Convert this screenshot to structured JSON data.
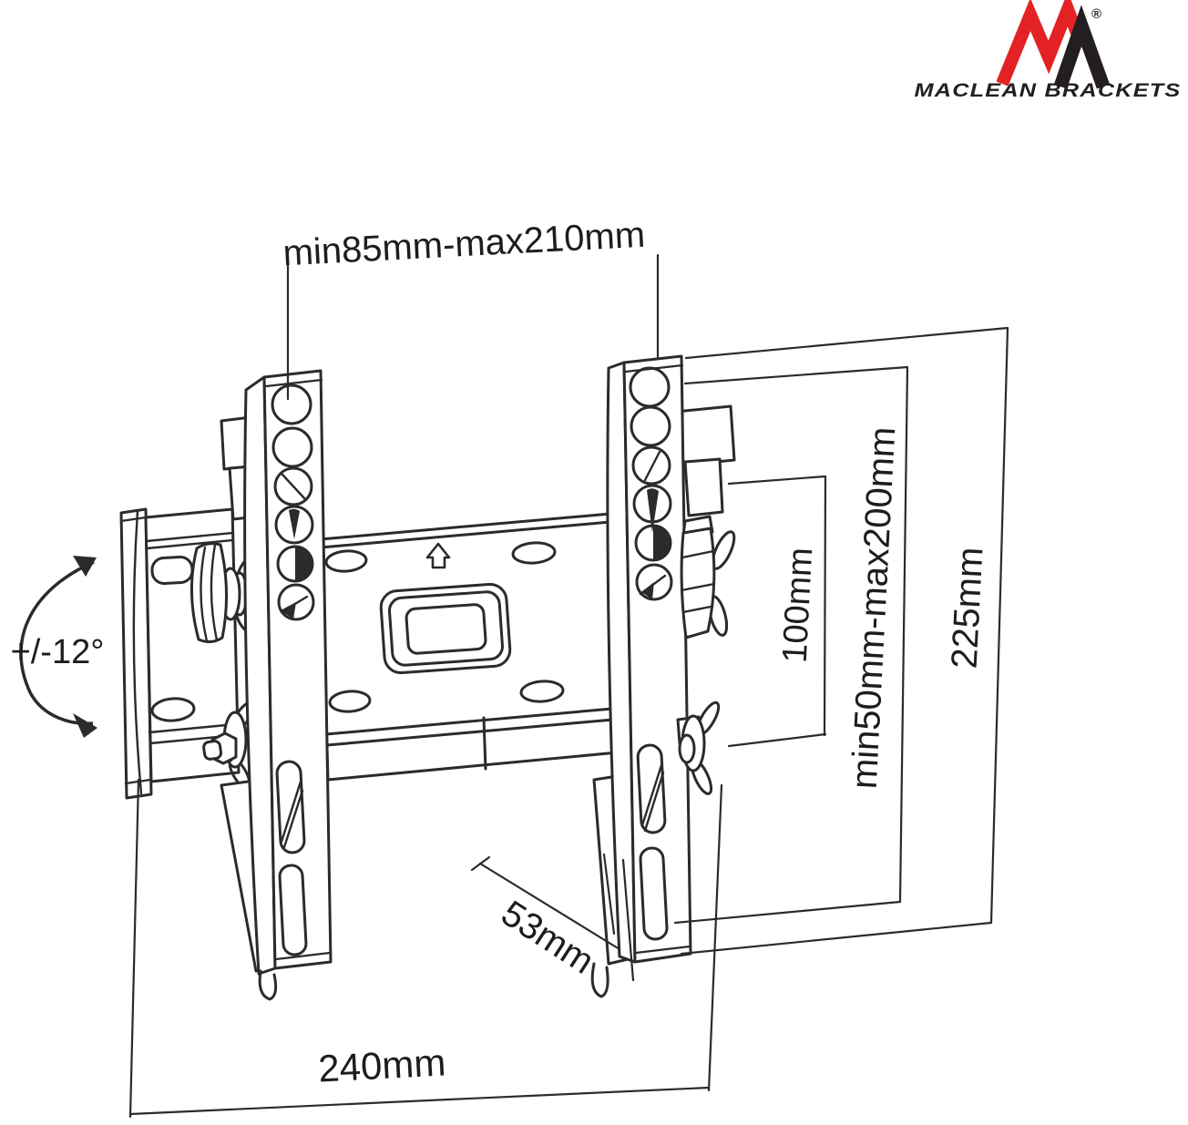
{
  "page": {
    "background_color": "#ffffff"
  },
  "logo": {
    "brand_text": "MACLEAN BRACKETS",
    "registered_mark": "®",
    "mark_red_color": "#e32226",
    "mark_black_color": "#231f20"
  },
  "diagram": {
    "line_color": "#2b2b2b",
    "text_color": "#1d1d1d",
    "labels": {
      "rail_hole_span": "min85mm-max210mm",
      "overall_height": "225mm",
      "vesa_vertical_range": "min50mm-max200mm",
      "vesa_spacing": "100mm",
      "profile_depth": "53mm",
      "wall_plate_width": "240mm",
      "tilt_range": "+/-12°"
    },
    "icons": {
      "up_arrow_icon": "⇧",
      "tilt_arc_icon": "↻↺"
    }
  }
}
